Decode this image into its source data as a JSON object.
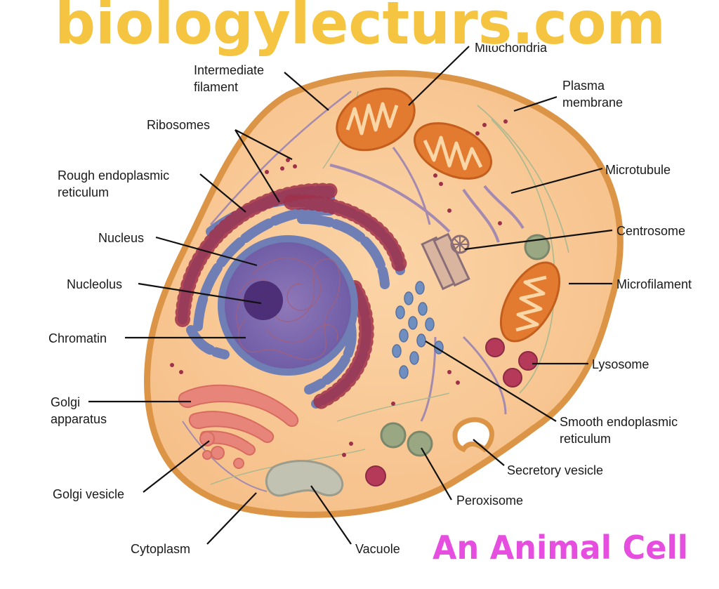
{
  "watermark": "biologylecturs.com",
  "title": "An Animal Cell",
  "labels": {
    "intermediate_filament": [
      "Intermediate",
      "filament"
    ],
    "mitochondria": "Mitochondria",
    "plasma_membrane": [
      "Plasma",
      "membrane"
    ],
    "ribosomes": "Ribosomes",
    "rough_er": [
      "Rough endoplasmic",
      "reticulum"
    ],
    "microtubule": "Microtubule",
    "nucleus": "Nucleus",
    "centrosome": "Centrosome",
    "nucleolus": "Nucleolus",
    "microfilament": "Microfilament",
    "chromatin": "Chromatin",
    "lysosome": "Lysosome",
    "golgi_apparatus": [
      "Golgi",
      "apparatus"
    ],
    "smooth_er": [
      "Smooth endoplasmic",
      "reticulum"
    ],
    "secretory_vesicle": "Secretory vesicle",
    "golgi_vesicle": "Golgi vesicle",
    "peroxisome": "Peroxisome",
    "cytoplasm": "Cytoplasm",
    "vacuole": "Vacuole"
  },
  "colors": {
    "cytoplasm": "#f9c993",
    "membrane": "#dc9546",
    "nucleus": "#7b68b0",
    "nucleolus": "#4d2f78",
    "er": "#6f7fb5",
    "ribosome": "#a0304a",
    "mitochondria": "#e27a30",
    "golgi": "#e8857a",
    "lysosome": "#b53a5a",
    "peroxisome": "#9aa783",
    "vacuole": "#c2c2b2",
    "watermark": "#f5c542",
    "title": "#e64ee0"
  }
}
